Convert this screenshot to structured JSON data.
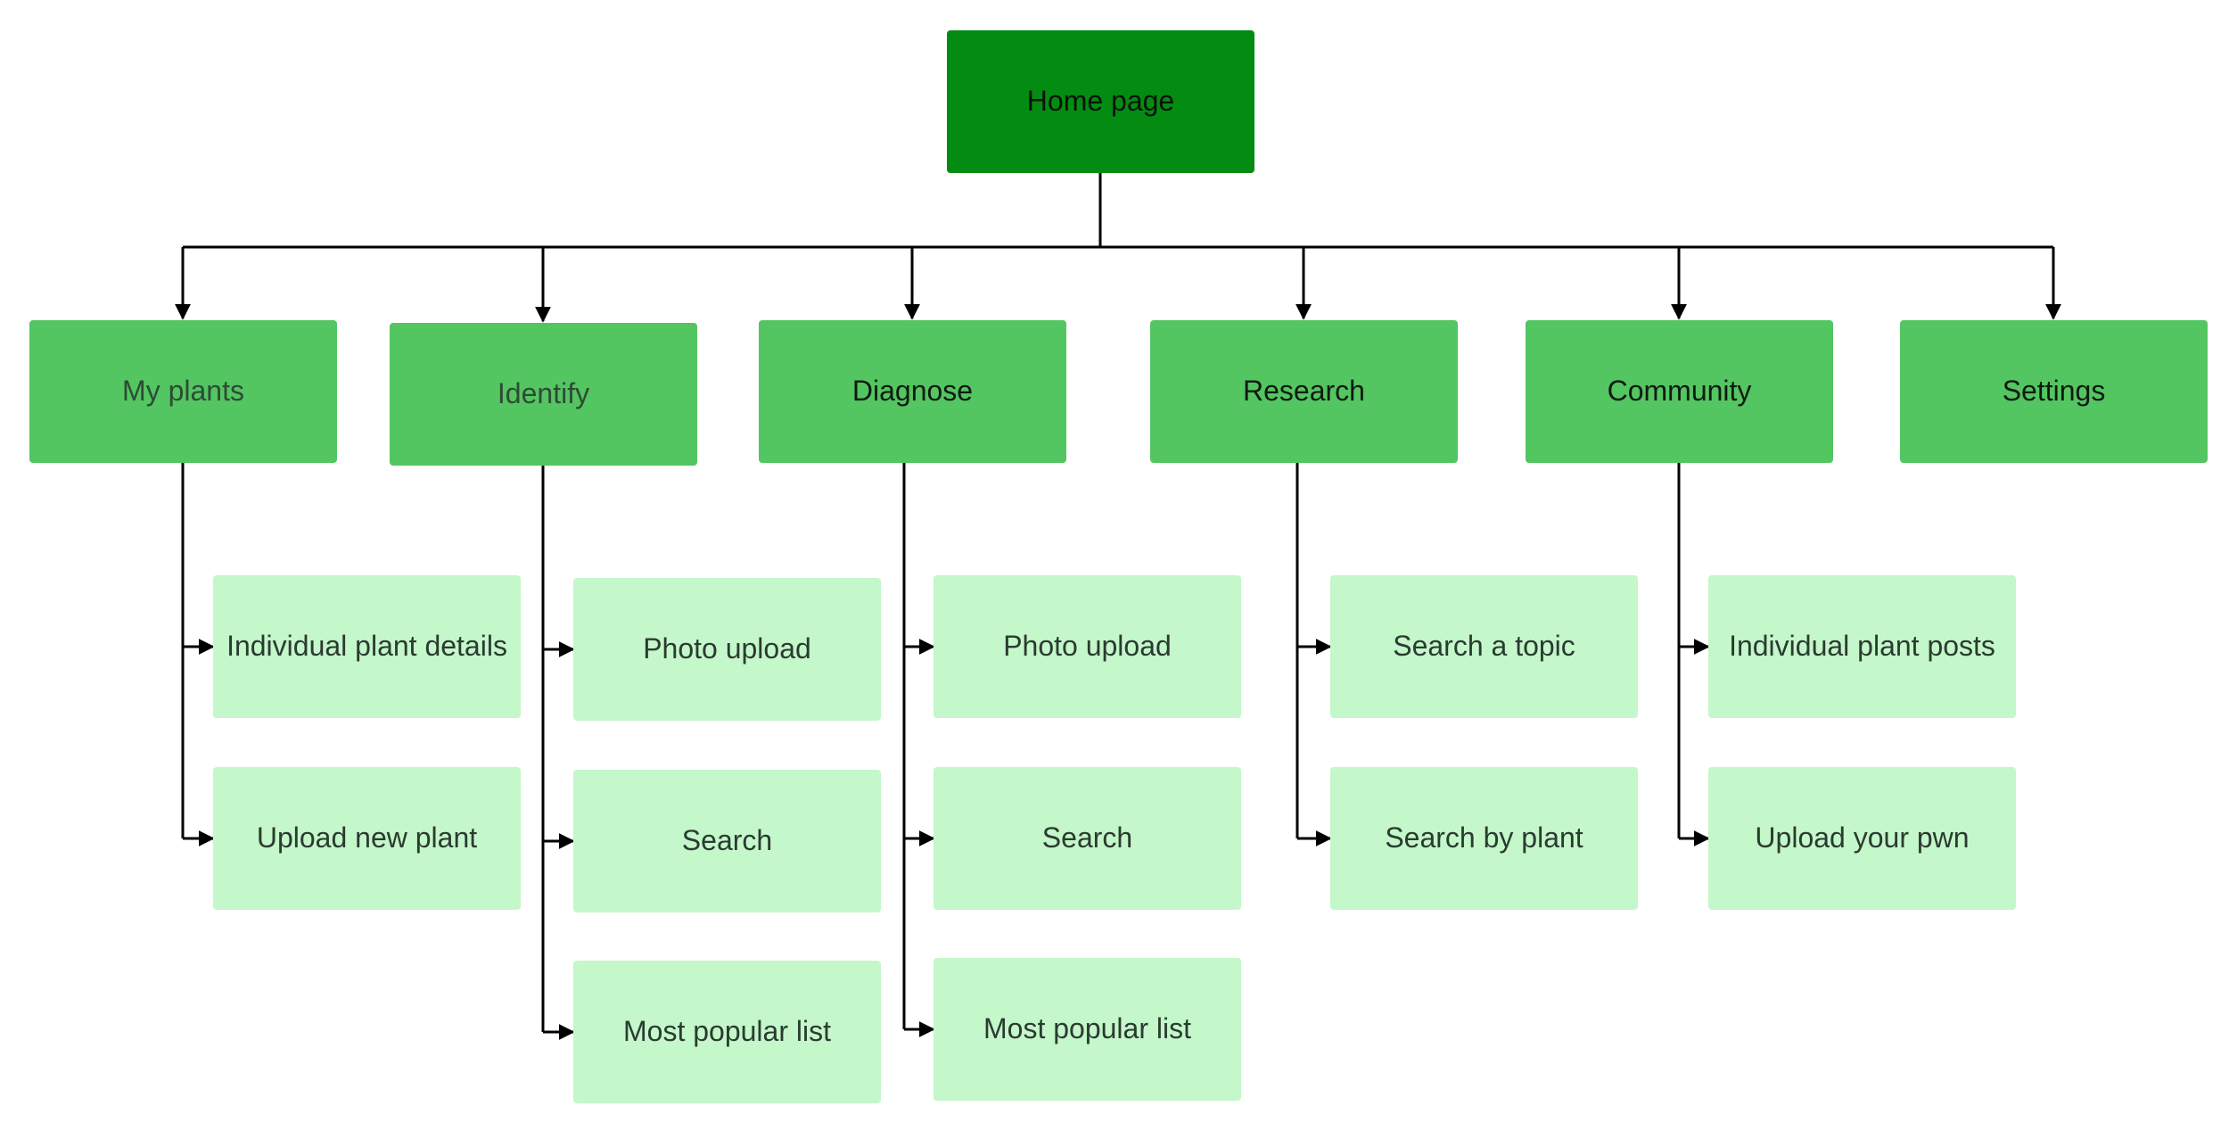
{
  "diagram": {
    "root": {
      "label": "Home page"
    },
    "categories": [
      {
        "label": "My plants",
        "children": [
          "Individual plant details",
          "Upload new plant"
        ]
      },
      {
        "label": "Identify",
        "children": [
          "Photo upload",
          "Search",
          "Most popular list"
        ]
      },
      {
        "label": "Diagnose",
        "children": [
          "Photo upload",
          "Search",
          "Most popular list"
        ]
      },
      {
        "label": "Research",
        "children": [
          "Search a topic",
          "Search by plant"
        ]
      },
      {
        "label": "Community",
        "children": [
          "Individual plant posts",
          "Upload your pwn"
        ]
      },
      {
        "label": "Settings",
        "children": []
      }
    ],
    "colors": {
      "root": "#038c11",
      "category": "#53c561",
      "leaf": "#c4f7c9",
      "connector": "#000000"
    }
  }
}
